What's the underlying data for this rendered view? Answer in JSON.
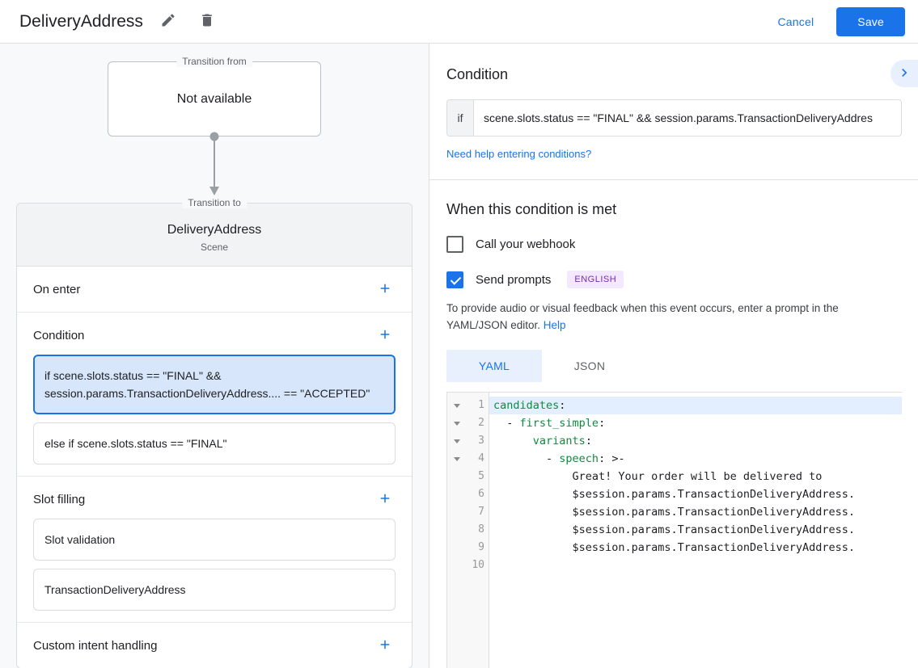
{
  "header": {
    "title": "DeliveryAddress",
    "edit_icon": "pencil-icon",
    "delete_icon": "trash-icon",
    "cancel_label": "Cancel",
    "save_label": "Save"
  },
  "left_panel": {
    "transition_from": {
      "legend": "Transition from",
      "value": "Not available"
    },
    "transition_to": {
      "legend": "Transition to",
      "name": "DeliveryAddress",
      "subtitle": "Scene"
    },
    "sections": [
      {
        "label": "On enter",
        "add_label": "+",
        "items": []
      },
      {
        "label": "Condition",
        "add_label": "+",
        "items": [
          {
            "text": "if scene.slots.status == \"FINAL\" && session.params.TransactionDeliveryAddress.... == \"ACCEPTED\"",
            "selected": true
          },
          {
            "text": "else if scene.slots.status == \"FINAL\"",
            "selected": false
          }
        ]
      },
      {
        "label": "Slot filling",
        "add_label": "+",
        "items": [
          {
            "text": "Slot validation",
            "selected": false
          },
          {
            "text": "TransactionDeliveryAddress",
            "selected": false
          }
        ]
      },
      {
        "label": "Custom intent handling",
        "add_label": "+",
        "items": []
      }
    ]
  },
  "right_panel": {
    "condition": {
      "title": "Condition",
      "if_label": "if",
      "value": "scene.slots.status == \"FINAL\" && session.params.TransactionDeliveryAddres",
      "help_link": "Need help entering conditions?",
      "expand_icon": "chevron-right-icon"
    },
    "when_met": {
      "title": "When this condition is met",
      "webhook": {
        "label": "Call your webhook",
        "checked": false
      },
      "prompts": {
        "label": "Send prompts",
        "checked": true,
        "badge": "ENGLISH"
      },
      "description_before": "To provide audio or visual feedback when this event occurs, enter a prompt in the YAML/JSON editor. ",
      "description_link": "Help"
    },
    "editor": {
      "tabs": [
        {
          "label": "YAML",
          "active": true
        },
        {
          "label": "JSON",
          "active": false
        }
      ],
      "lines": [
        {
          "num": "1",
          "fold": true,
          "highlight": true,
          "segments": [
            {
              "t": "candidates",
              "c": "k"
            },
            {
              "t": ":",
              "c": "p"
            }
          ]
        },
        {
          "num": "2",
          "fold": true,
          "highlight": false,
          "segments": [
            {
              "t": "  - ",
              "c": "p"
            },
            {
              "t": "first_simple",
              "c": "k"
            },
            {
              "t": ":",
              "c": "p"
            }
          ]
        },
        {
          "num": "3",
          "fold": true,
          "highlight": false,
          "segments": [
            {
              "t": "      ",
              "c": "p"
            },
            {
              "t": "variants",
              "c": "k"
            },
            {
              "t": ":",
              "c": "p"
            }
          ]
        },
        {
          "num": "4",
          "fold": true,
          "highlight": false,
          "segments": [
            {
              "t": "        - ",
              "c": "p"
            },
            {
              "t": "speech",
              "c": "k"
            },
            {
              "t": ": >-",
              "c": "p"
            }
          ]
        },
        {
          "num": "5",
          "fold": false,
          "highlight": false,
          "segments": [
            {
              "t": "            Great! Your order will be delivered to",
              "c": "p"
            }
          ]
        },
        {
          "num": "6",
          "fold": false,
          "highlight": false,
          "segments": [
            {
              "t": "            $session.params.TransactionDeliveryAddress.",
              "c": "p"
            }
          ]
        },
        {
          "num": "7",
          "fold": false,
          "highlight": false,
          "segments": [
            {
              "t": "            $session.params.TransactionDeliveryAddress.",
              "c": "p"
            }
          ]
        },
        {
          "num": "8",
          "fold": false,
          "highlight": false,
          "segments": [
            {
              "t": "            $session.params.TransactionDeliveryAddress.",
              "c": "p"
            }
          ]
        },
        {
          "num": "9",
          "fold": false,
          "highlight": false,
          "segments": [
            {
              "t": "            $session.params.TransactionDeliveryAddress.",
              "c": "p"
            }
          ]
        },
        {
          "num": "10",
          "fold": false,
          "highlight": false,
          "segments": [
            {
              "t": "",
              "c": "p"
            }
          ]
        }
      ]
    }
  }
}
